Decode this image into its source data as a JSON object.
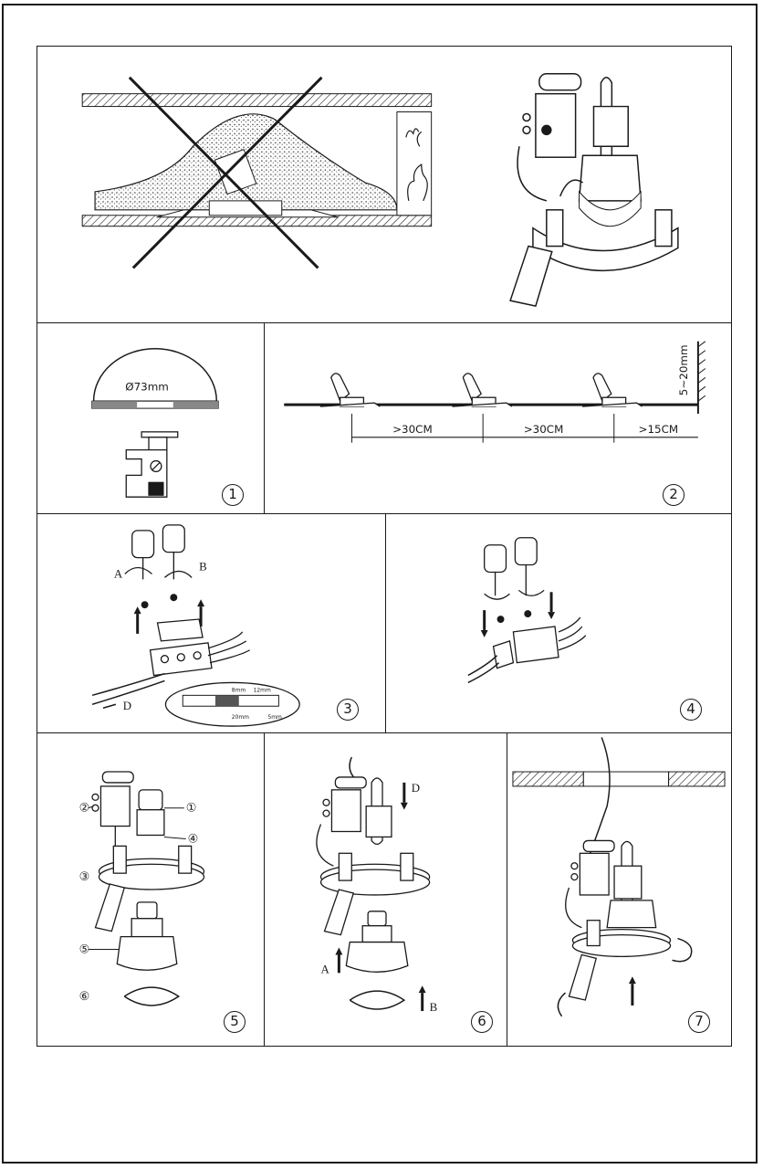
{
  "diameter_label": "Ø73mm",
  "spacing": {
    "gap_1": ">30CM",
    "gap_2": ">30CM",
    "gap_3": ">15CM",
    "depth": "5~20mm"
  },
  "strip_dims": {
    "a": "8mm",
    "b": "12mm",
    "c": "20mm",
    "d": "5mm"
  },
  "step_labels": {
    "arrow_a": "A",
    "arrow_b": "B",
    "arrow_d": "D"
  },
  "steps": [
    "1",
    "2",
    "3",
    "4",
    "5",
    "6",
    "7"
  ],
  "part_callouts": [
    "①",
    "②",
    "③",
    "④",
    "⑤",
    "⑥"
  ],
  "icons": [
    "warning-cross-icon",
    "insulation-icon",
    "heat-flame-icon",
    "screwdriver-icon",
    "rotate-arrow-icon",
    "up-arrow-icon",
    "down-arrow-icon"
  ]
}
